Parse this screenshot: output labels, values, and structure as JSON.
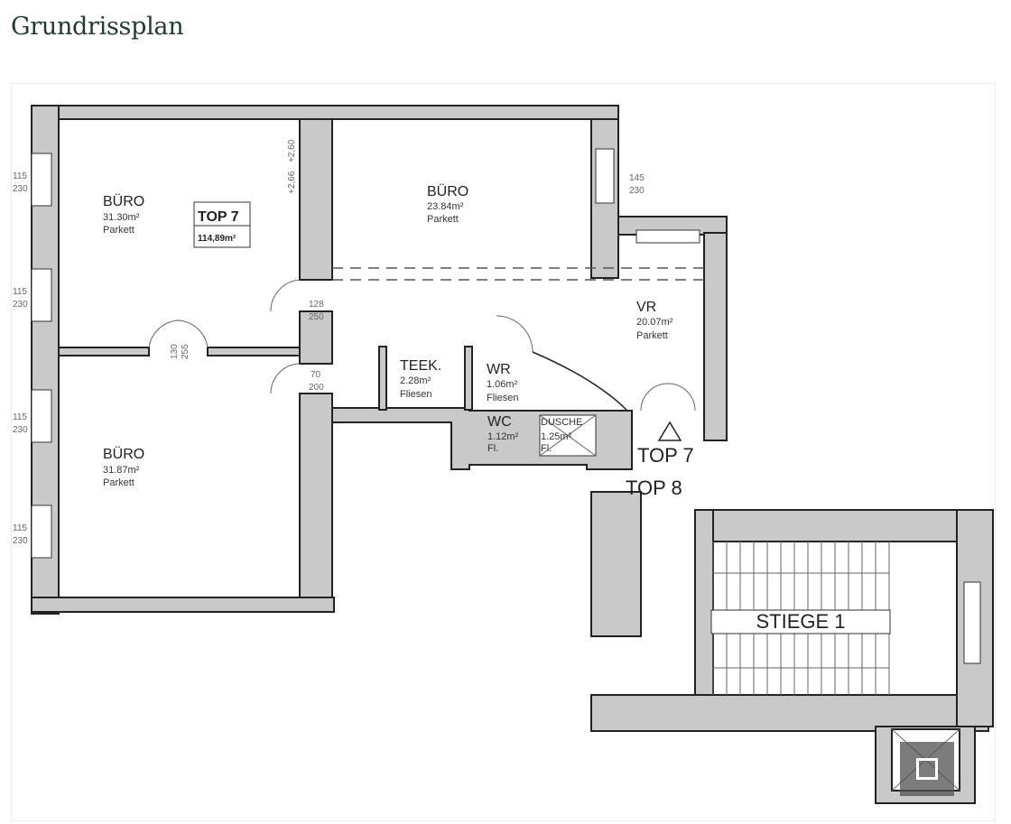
{
  "page": {
    "title": "Grundrissplan"
  },
  "plan": {
    "rooms": [
      {
        "name": "BÜRO",
        "area": "31.30m²",
        "floor": "Parkett"
      },
      {
        "name": "BÜRO",
        "area": "23.84m²",
        "floor": "Parkett"
      },
      {
        "name": "BÜRO",
        "area": "31.87m²",
        "floor": "Parkett"
      },
      {
        "name": "VR",
        "area": "20.07m²",
        "floor": "Parkett"
      },
      {
        "name": "TEEK.",
        "area": "2.28m²",
        "floor": "Fliesen"
      },
      {
        "name": "WR",
        "area": "1.06m²",
        "floor": "Fliesen"
      },
      {
        "name": "WC",
        "area": "1.12m²",
        "floor": "Fl."
      },
      {
        "name": "DUSCHE",
        "area": "1.25m²",
        "floor": "Fl."
      }
    ],
    "unit_box": {
      "name": "TOP 7",
      "area": "114,89m²"
    },
    "entrance_label": "TOP 7",
    "neighbor_label": "TOP 8",
    "stair_label": "STIEGE 1",
    "dimensions": {
      "window_top": "115",
      "window_bottom": "230",
      "window_right_top": "145",
      "window_right_bottom": "230",
      "door1_top": "128",
      "door1_bottom": "250",
      "door2_top": "70",
      "door2_bottom": "200",
      "door3_top": "130",
      "door3_bottom": "255",
      "h1": "+2,66",
      "h2": "+2,60"
    }
  },
  "controls": {
    "fullscreen": "fullscreen-icon"
  }
}
